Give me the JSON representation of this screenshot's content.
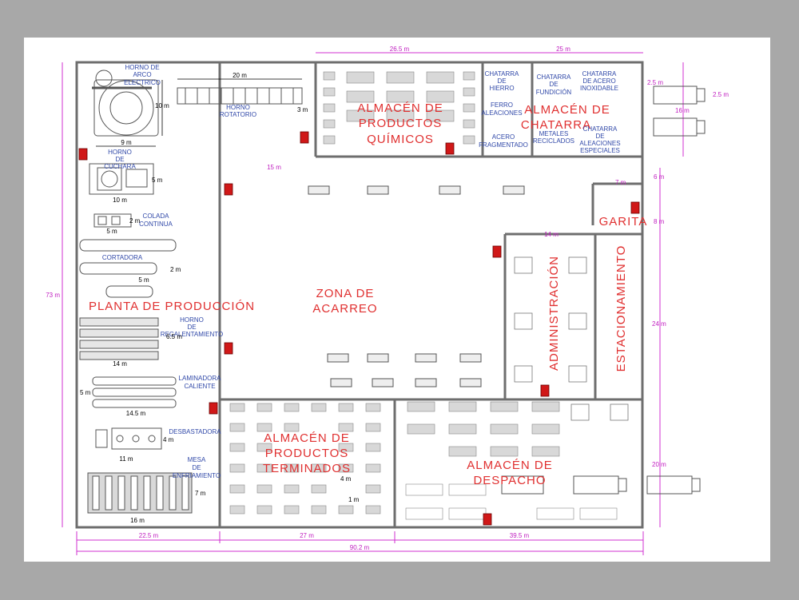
{
  "labels": {
    "horno_arco": [
      "HORNO DE",
      "ARCO",
      "ELECTRICO"
    ],
    "horno_rotatorio": [
      "HORNO",
      "ROTATORIO"
    ],
    "horno_cuchara": [
      "HORNO",
      "DE",
      "CUCHARA"
    ],
    "colada": [
      "COLADA",
      "CONTINUA"
    ],
    "cortadora": "CORTADORA",
    "horno_recal": [
      "HORNO",
      "DE",
      "RECALENTAMIENTO"
    ],
    "laminadora": [
      "LAMINADORA",
      "CALIENTE"
    ],
    "desbastadora": "DESBASTADORA",
    "mesa": [
      "MESA",
      "DE",
      "ENFRIAMIENTO"
    ],
    "chat_hierro": [
      "CHATARRA",
      "DE",
      "HIERRO"
    ],
    "chat_fundicion": [
      "CHATARRA",
      "DE",
      "FUNDICIÓN"
    ],
    "chat_acero": [
      "CHATARRA",
      "DE ACERO",
      "INOXIDABLE"
    ],
    "ferro": [
      "FERRO",
      "ALEACIONES"
    ],
    "acero_frag": [
      "ACERO",
      "FRAGMENTADO"
    ],
    "metales": [
      "METALES",
      "RECICLADOS"
    ],
    "chat_aleaciones": [
      "CHATARRA",
      "DE",
      "ALEACIONES",
      "ESPECIALES"
    ]
  },
  "zones": {
    "planta": "PLANTA DE PRODUCCIÓN",
    "almacen_quimicos": [
      "ALMACÉN DE",
      "PRODUCTOS",
      "QUÍMICOS"
    ],
    "almacen_chatarra": [
      "ALMACÉN DE",
      "CHATARRA"
    ],
    "zona_acarreo": [
      "ZONA DE",
      "ACARREO"
    ],
    "garita": "GARITA",
    "administracion": "ADMINISTRACIÓN",
    "estacionamiento": "ESTACIONAMIENTO",
    "almacen_terminados": [
      "ALMACÉN DE",
      "PRODUCTOS",
      "TERMINADOS"
    ],
    "almacen_despacho": [
      "ALMACÉN DE",
      "DESPACHO"
    ]
  },
  "dims": {
    "d_26_5": "26.5 m",
    "d_25": "25 m",
    "d_73": "73 m",
    "d_2_5a": "2.5 m",
    "d_2_5b": "2.5 m",
    "d_16a": "16 m",
    "d_6": "6 m",
    "d_7": "7 m",
    "d_8": "8 m",
    "d_14a": "14 m",
    "d_24": "24 m",
    "d_20a": "20 m",
    "d_22_5": "22.5 m",
    "d_27": "27 m",
    "d_39_5": "39.5 m",
    "d_90_2": "90.2 m",
    "d_20b": "20 m",
    "d_10a": "10 m",
    "d_3": "3 m",
    "d_9": "9 m",
    "d_5a": "5 m",
    "d_10b": "10 m",
    "d_2a": "2 m",
    "d_5b": "5 m",
    "d_2b": "2 m",
    "d_5c": "5 m",
    "d_6_5": "6.5 m",
    "d_14b": "14 m",
    "d_5d": "5 m",
    "d_14_5": "14.5 m",
    "d_4a": "4 m",
    "d_11": "11 m",
    "d_7b": "7 m",
    "d_16b": "16 m",
    "d_15": "15 m",
    "d_4b": "4 m",
    "d_1": "1 m"
  }
}
